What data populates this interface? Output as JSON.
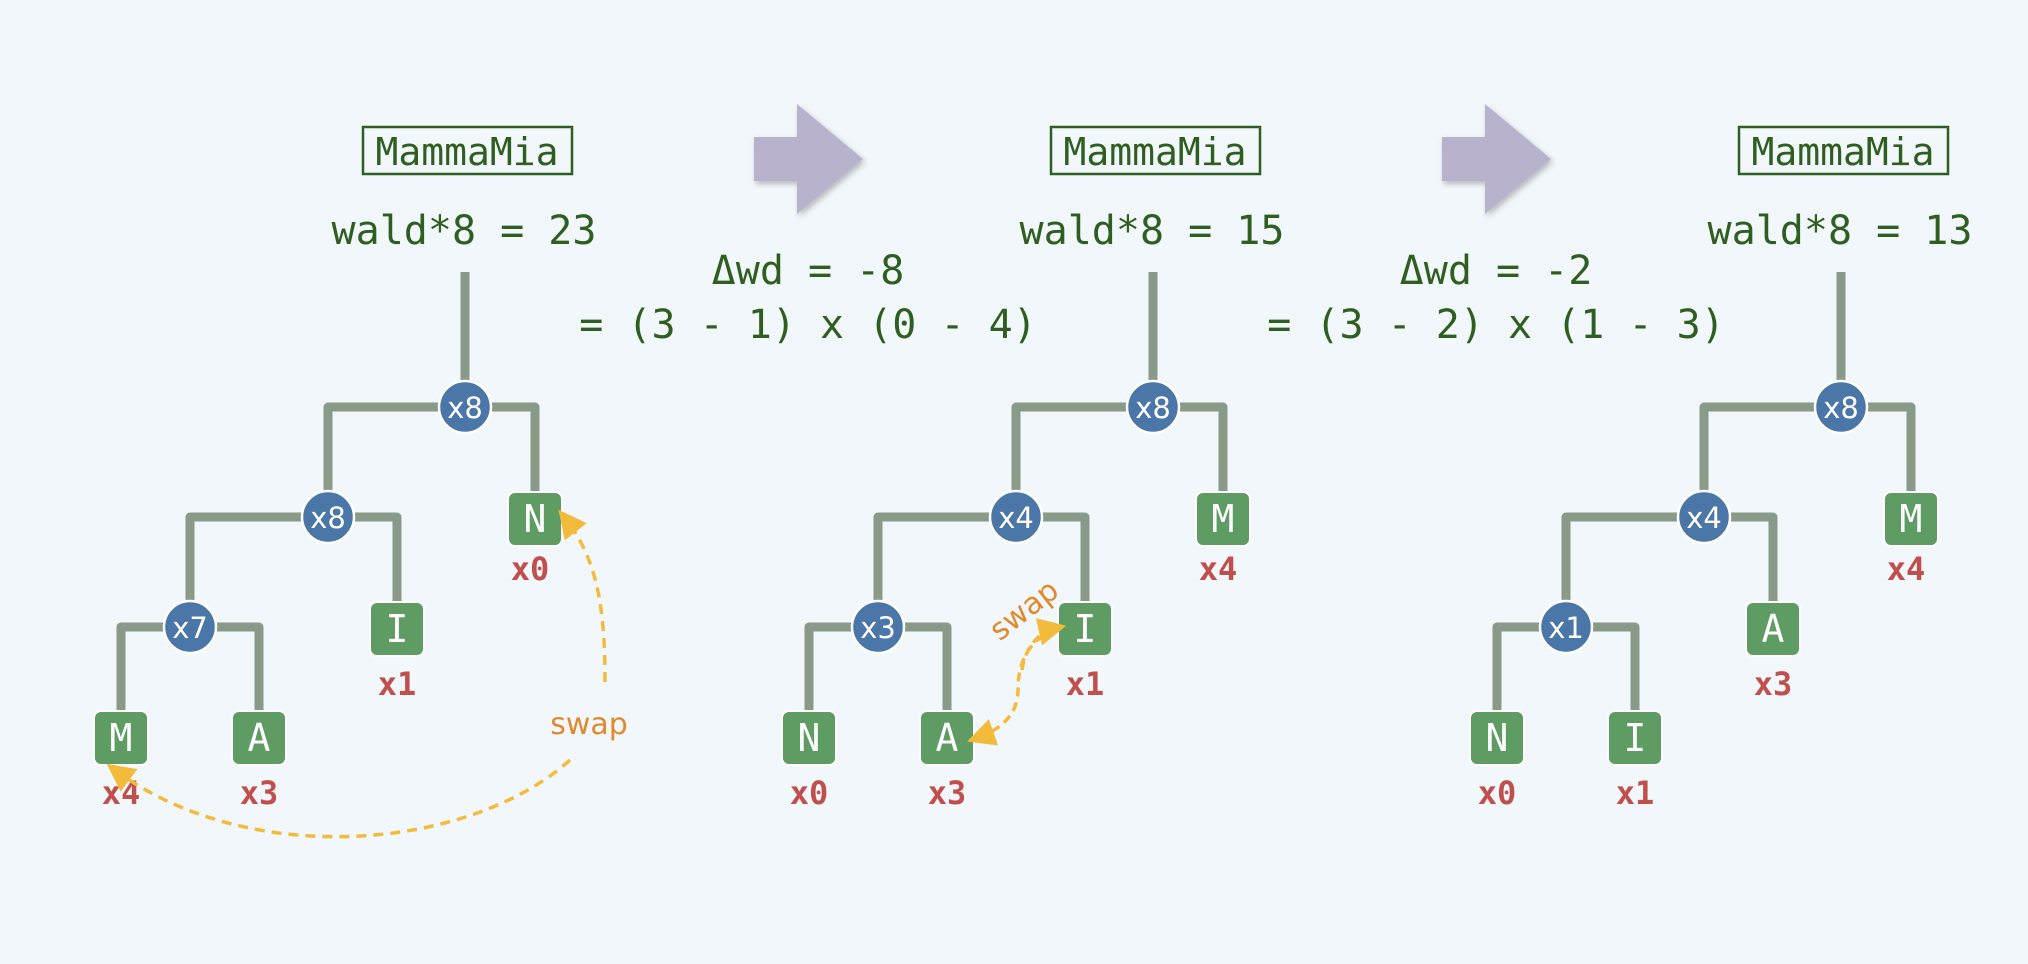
{
  "panels": [
    {
      "title": "MammaMia",
      "formula": "wald*8 = 23",
      "internal": [
        "x8",
        "x8",
        "x7"
      ],
      "leaves": [
        {
          "letter": "N",
          "weight": "x0"
        },
        {
          "letter": "I",
          "weight": "x1"
        },
        {
          "letter": "M",
          "weight": "x4"
        },
        {
          "letter": "A",
          "weight": "x3"
        }
      ],
      "swap_label": "swap"
    },
    {
      "title": "MammaMia",
      "formula": "wald*8 = 15",
      "internal": [
        "x8",
        "x4",
        "x3"
      ],
      "leaves": [
        {
          "letter": "M",
          "weight": "x4"
        },
        {
          "letter": "I",
          "weight": "x1"
        },
        {
          "letter": "N",
          "weight": "x0"
        },
        {
          "letter": "A",
          "weight": "x3"
        }
      ],
      "swap_label": "swap"
    },
    {
      "title": "MammaMia",
      "formula": "wald*8 = 13",
      "internal": [
        "x8",
        "x4",
        "x1"
      ],
      "leaves": [
        {
          "letter": "M",
          "weight": "x4"
        },
        {
          "letter": "A",
          "weight": "x3"
        },
        {
          "letter": "N",
          "weight": "x0"
        },
        {
          "letter": "I",
          "weight": "x1"
        }
      ]
    }
  ],
  "transitions": [
    {
      "delta": "Δwd = -8",
      "product": "= (3 - 1) x (0 - 4)"
    },
    {
      "delta": "Δwd = -2",
      "product": "= (3 - 2) x (1 - 3)"
    }
  ],
  "colors": {
    "background": "#f2f7fb",
    "text_green": "#2f5f20",
    "edge": "#8a9a88",
    "internal_node": "#4a76a8",
    "leaf_node": "#5e9c63",
    "weight": "#c0504d",
    "swap_arrow": "#f3bb3c",
    "swap_label": "#e08a2e",
    "transition_arrow": "#b8b2cc"
  }
}
